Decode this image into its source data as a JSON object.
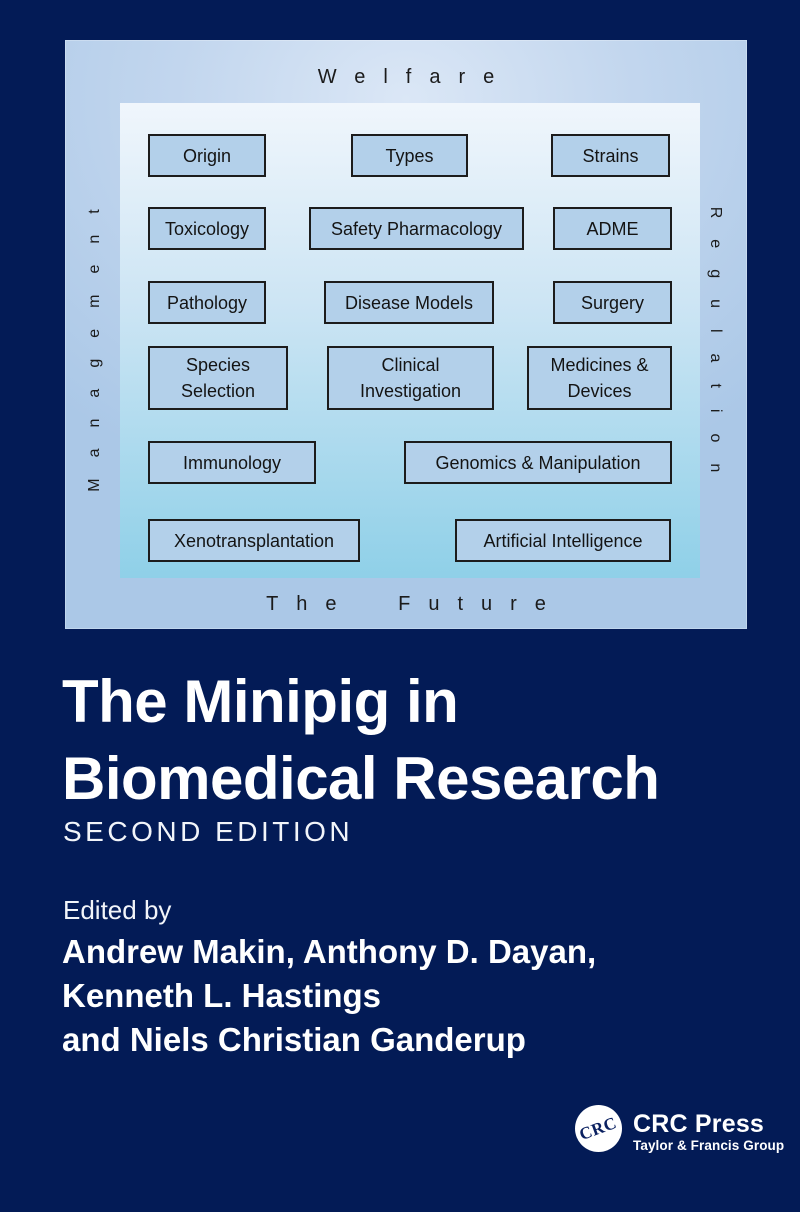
{
  "colors": {
    "background_navy": "#031b56",
    "outer_panel_blue": "#bdd3ec",
    "inner_panel_top": "#f0f6fc",
    "inner_panel_bottom": "#8fd0e8",
    "box_fill": "#b3d0ea",
    "box_border": "#1c1c1c",
    "title_text": "#ffffff",
    "logo_monogram_navy": "#0a2060"
  },
  "diagram": {
    "top_label": "Welfare",
    "left_label": "Management",
    "right_label": "Regulation",
    "bottom_label": "The Future",
    "boxes": [
      "Origin",
      "Types",
      "Strains",
      "Toxicology",
      "Safety Pharmacology",
      "ADME",
      "Pathology",
      "Disease Models",
      "Surgery",
      "Species Selection",
      "Clinical Investigation",
      "Medicines & Devices",
      "Immunology",
      "Genomics & Manipulation",
      "Xenotransplantation",
      "Artificial Intelligence"
    ]
  },
  "title": {
    "line1": "The Minipig in",
    "line2": "Biomedical Research",
    "edition": "SECOND EDITION"
  },
  "editors": {
    "prefix": "Edited by",
    "lines": [
      "Andrew Makin, Anthony D. Dayan,",
      "Kenneth L. Hastings",
      "and Niels Christian Ganderup"
    ]
  },
  "publisher": {
    "logo_monogram": "CRC",
    "name": "CRC Press",
    "group": "Taylor & Francis Group"
  }
}
